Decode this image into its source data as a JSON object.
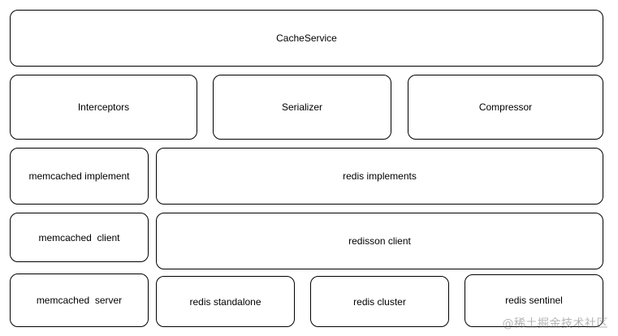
{
  "layers": {
    "service": {
      "label": "CacheService"
    },
    "middleware": {
      "interceptors": "Interceptors",
      "serializer": "Serializer",
      "compressor": "Compressor"
    },
    "implements": {
      "memcached": "memcached implement",
      "redis": "redis implements"
    },
    "clients": {
      "memcached": "memcached  client",
      "redis": "redisson client"
    },
    "servers": {
      "memcached": "memcached  server",
      "redis_standalone": "redis standalone",
      "redis_cluster": "redis cluster",
      "redis_sentinel": "redis sentinel"
    }
  },
  "watermark": "@稀土掘金技术社区"
}
